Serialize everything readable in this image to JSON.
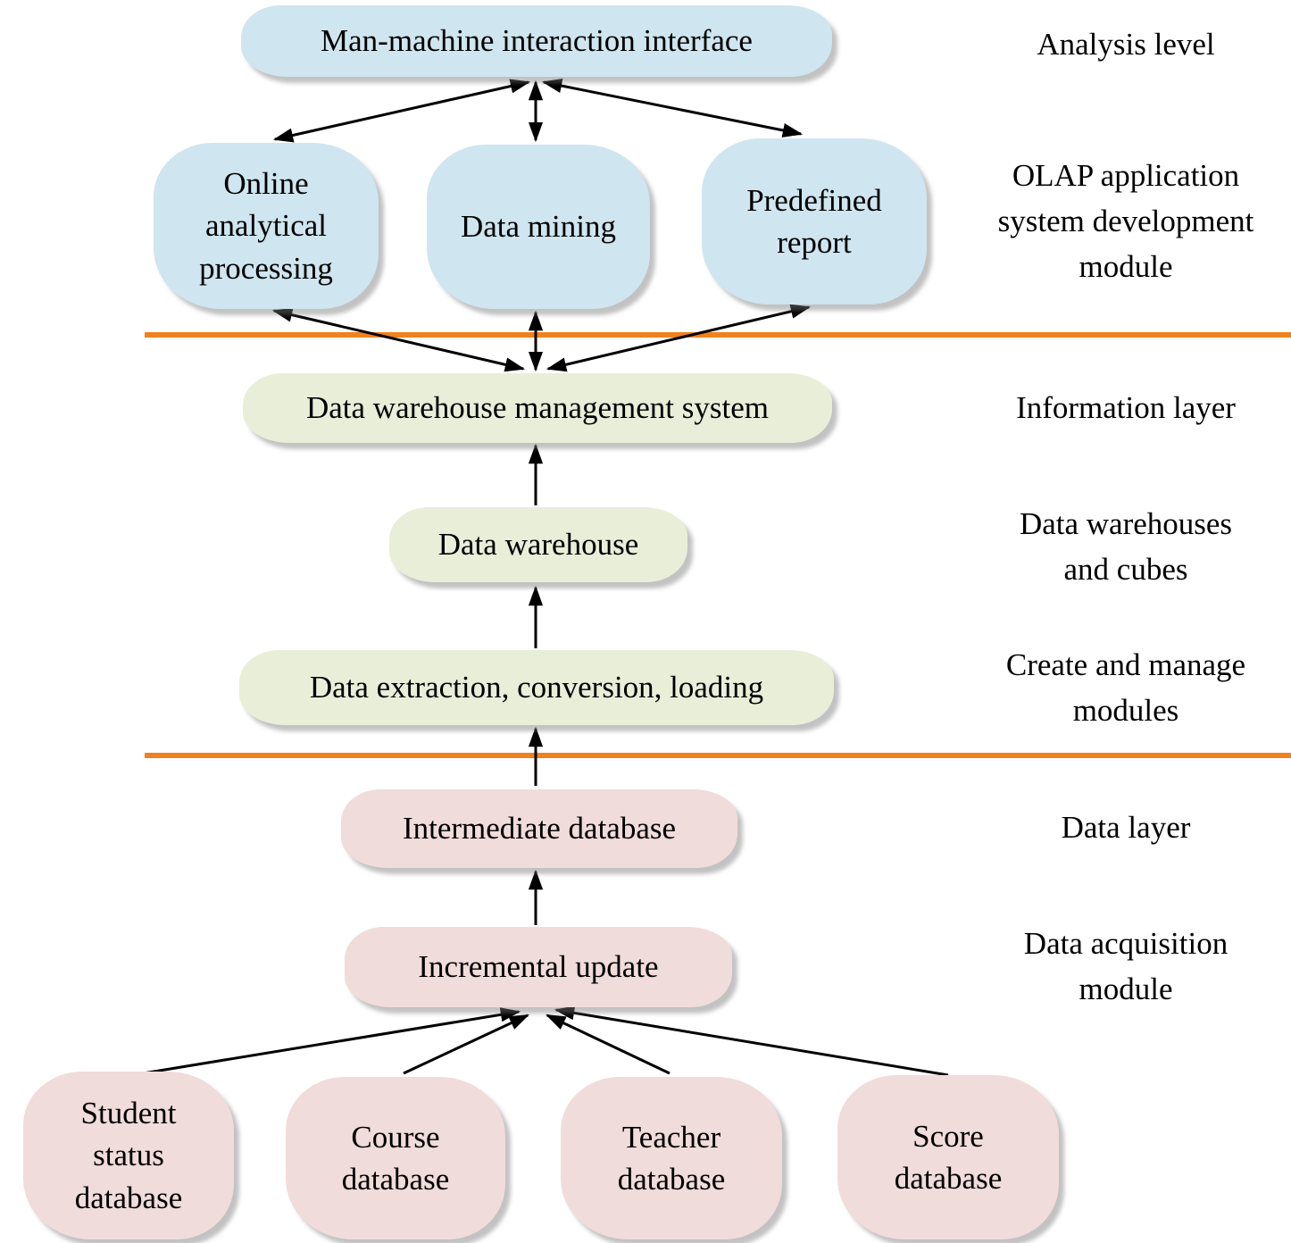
{
  "diagram": {
    "nodes": {
      "man_machine_interface": {
        "label": "Man-machine interaction interface"
      },
      "online_analytical_processing": {
        "label": "Online analytical processing"
      },
      "data_mining": {
        "label": "Data mining"
      },
      "predefined_report": {
        "label": "Predefined report"
      },
      "data_warehouse_management_system": {
        "label": "Data warehouse management system"
      },
      "data_warehouse": {
        "label": "Data warehouse"
      },
      "data_extraction_conversion_loading": {
        "label": "Data extraction, conversion, loading"
      },
      "intermediate_database": {
        "label": "Intermediate database"
      },
      "incremental_update": {
        "label": "Incremental update"
      },
      "student_status_database": {
        "label": "Student status database"
      },
      "course_database": {
        "label": "Course database"
      },
      "teacher_database": {
        "label": "Teacher database"
      },
      "score_database": {
        "label": "Score database"
      }
    },
    "side_labels": {
      "analysis_level": "Analysis level",
      "olap_module": "OLAP application system development module",
      "information_layer": "Information layer",
      "data_warehouses_cubes": "Data warehouses and cubes",
      "create_manage_modules": "Create and manage modules",
      "data_layer": "Data layer",
      "data_acquisition_module": "Data acquisition module"
    },
    "edges": [
      {
        "from": "man_machine_interface",
        "to": "online_analytical_processing",
        "bidirectional": true
      },
      {
        "from": "man_machine_interface",
        "to": "data_mining",
        "bidirectional": true
      },
      {
        "from": "man_machine_interface",
        "to": "predefined_report",
        "bidirectional": true
      },
      {
        "from": "online_analytical_processing",
        "to": "data_warehouse_management_system",
        "bidirectional": true
      },
      {
        "from": "data_mining",
        "to": "data_warehouse_management_system",
        "bidirectional": true
      },
      {
        "from": "predefined_report",
        "to": "data_warehouse_management_system",
        "bidirectional": true
      },
      {
        "from": "data_warehouse",
        "to": "data_warehouse_management_system",
        "bidirectional": false
      },
      {
        "from": "data_extraction_conversion_loading",
        "to": "data_warehouse",
        "bidirectional": false
      },
      {
        "from": "intermediate_database",
        "to": "data_extraction_conversion_loading",
        "bidirectional": false
      },
      {
        "from": "incremental_update",
        "to": "intermediate_database",
        "bidirectional": false
      },
      {
        "from": "student_status_database",
        "to": "incremental_update",
        "bidirectional": false
      },
      {
        "from": "course_database",
        "to": "incremental_update",
        "bidirectional": false
      },
      {
        "from": "teacher_database",
        "to": "incremental_update",
        "bidirectional": false
      },
      {
        "from": "score_database",
        "to": "incremental_update",
        "bidirectional": false
      }
    ],
    "colors": {
      "analysis-fill": "#cfe5ef",
      "warehouse-fill": "#e9eed9",
      "data-fill": "#f0dcda",
      "divider": "#f0811f",
      "arrow": "#000000",
      "text": "#000000"
    }
  }
}
